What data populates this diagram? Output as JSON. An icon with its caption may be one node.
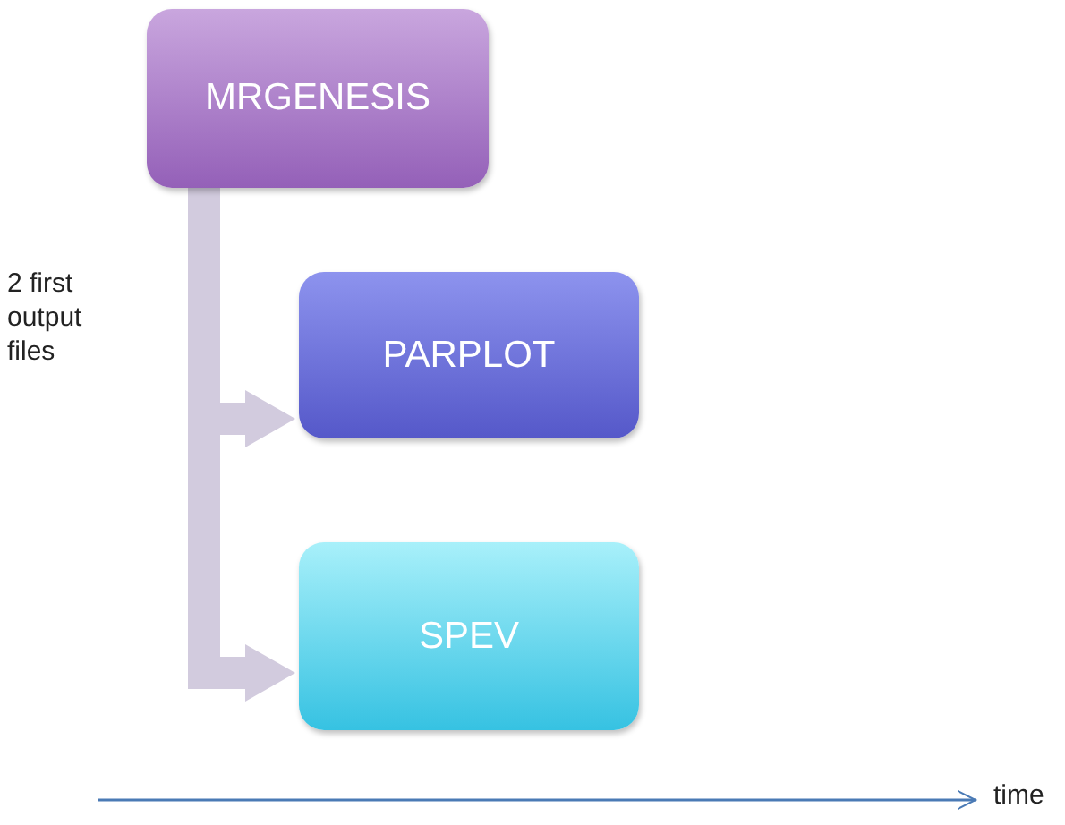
{
  "diagram": {
    "nodes": [
      {
        "text": [
          "MRGENESIS"
        ]
      },
      {
        "text": [
          "PARPLOT"
        ]
      },
      {
        "text": [
          "SPEV"
        ]
      }
    ],
    "edges": [
      {
        "from": 0,
        "to": 1,
        "arrow": "to"
      },
      {
        "from": 0,
        "to": 2,
        "arrow": "to"
      }
    ],
    "labels": [
      "2 first output files",
      "time"
    ]
  }
}
